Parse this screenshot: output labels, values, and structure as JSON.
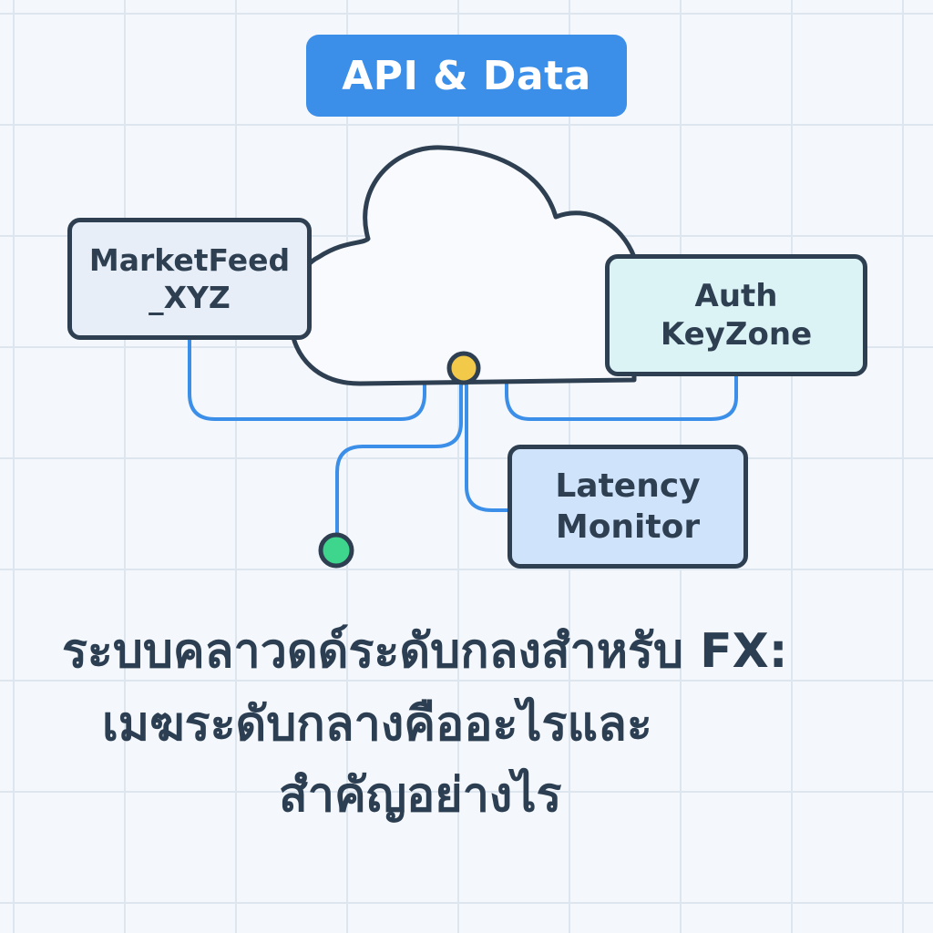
{
  "badge": {
    "label": "API & Data"
  },
  "nodes": {
    "market_feed": "MarketFeed\n_XYZ",
    "auth_keyzone": "Auth\nKeyZone",
    "latency_monitor": "Latency\nMonitor"
  },
  "headline": {
    "line1": "ระบบคลาวดด์ระดับกลงสำหรับ FX:",
    "line2": "เมฆระดับกลางคืออะไรและ",
    "line3": "สำคัญอย่างไร"
  },
  "colors": {
    "badge": "#3b8fe8",
    "connector": "#3b8fe8",
    "outline": "#2e3f52",
    "hub_dot": "#f3c94a",
    "end_dot": "#3dd68c"
  },
  "icons": {
    "center": "cloud-icon"
  }
}
